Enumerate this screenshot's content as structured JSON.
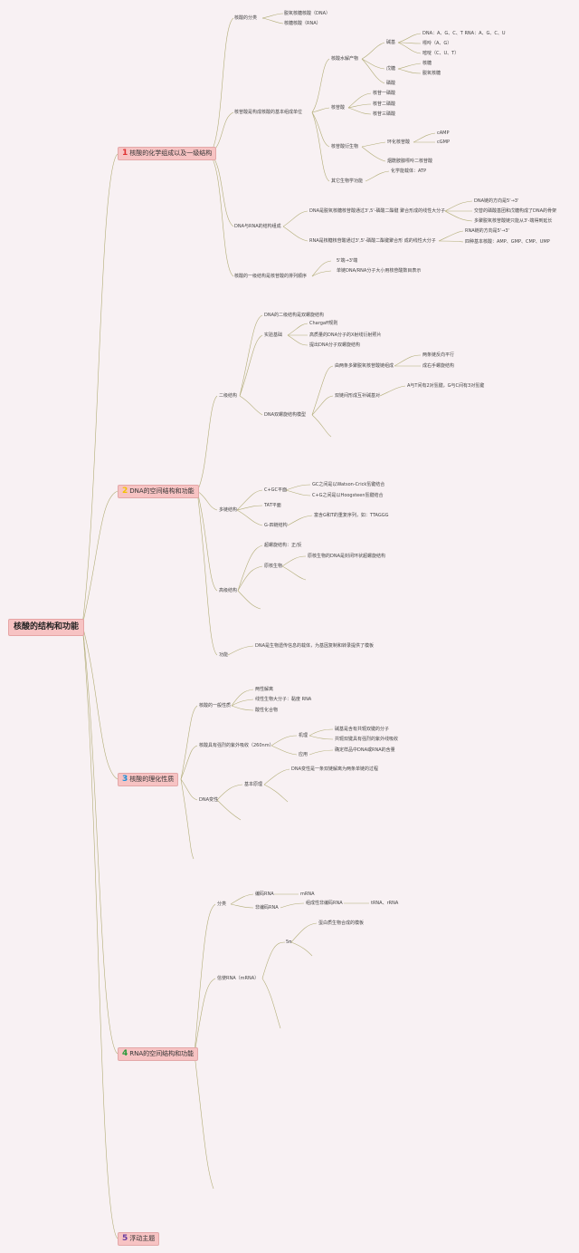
{
  "root": "核酸的结构和功能",
  "main": [
    {
      "num": "1",
      "label": "核酸的化学组成以及一级结构",
      "color": "#e03333"
    },
    {
      "num": "2",
      "label": "DNA的空间结构和功能",
      "color": "#f2c200"
    },
    {
      "num": "3",
      "label": "核酸的理化性质",
      "color": "#1a8fd8"
    },
    {
      "num": "4",
      "label": "RNA的空间结构和功能",
      "color": "#2a9a3a"
    },
    {
      "num": "5",
      "label": "浮动主题",
      "color": "#6a3fa0"
    }
  ],
  "nodes": {
    "s1_a": "核酸的分类",
    "s1_a1": "脱氧核糖核酸（DNA）",
    "s1_a2": "核糖核酸（RNA）",
    "s1_b": "核苷酸是构成核酸的基本组成单位",
    "s1_b1": "核酸水解产物",
    "s1_b1a": "碱基",
    "s1_b1a1": "DNA：A、G、C、T RNA：A、G、C、U",
    "s1_b1a2": "嘌呤（A、G）",
    "s1_b1a3": "嘧啶（C、U、T）",
    "s1_b1b": "戊糖",
    "s1_b1b1": "核糖",
    "s1_b1b2": "脱氧核糖",
    "s1_b1c": "磷酸",
    "s1_b2": "核苷酸",
    "s1_b2a": "核苷一磷酸",
    "s1_b2b": "核苷二磷酸",
    "s1_b2c": "核苷三磷酸",
    "s1_b3": "核苷酸衍生物",
    "s1_b3a": "环化核苷酸",
    "s1_b3a1": "cAMP",
    "s1_b3a2": "cGMP",
    "s1_b3b": "烟酰胺腺嘌呤二核苷酸",
    "s1_b4": "其它生物学功能",
    "s1_b4a": "化学能载体：ATP",
    "s1_c": "DNA与RNA的结构组成",
    "s1_c1": "DNA是脱氧核糖核苷酸通过3',5'-磷酸二酯键 聚合形成的线性大分子",
    "s1_c1a": "DNA链的方向是5'→3'",
    "s1_c1b": "交替的磷酸基团和戊糖构成了DNA的骨架",
    "s1_c1c": "多聚脱氧核苷酸链只能从3'-端得到延长",
    "s1_c2": "RNA是核糖核苷酸通过3',5'-磷酸二酯键聚合形 成的线性大分子",
    "s1_c2a": "RNA链的方向是5'→3'",
    "s1_c2b": "四种基本核酸：AMP、GMP、CMP、UMP",
    "s1_d": "核酸的一级结构是核苷酸的排列顺序",
    "s1_d1": "5'端→3'端",
    "s1_d2": "单链DNA/RNA分子大小用核苷酸数目表示",
    "s2_a": "二级结构",
    "s2_a1": "DNA的二级结构是双螺旋结构",
    "s2_a2": "实验基础",
    "s2_a2a": "Chargaff规则",
    "s2_a2b": "高质量的DNA分子的X射线衍射照片",
    "s2_a2c": "提出DNA分子双螺旋结构",
    "s2_a3": "DNA双螺旋结构模型",
    "s2_a3a": "由两条多聚脱氧核苷酸链组成",
    "s2_a3a1": "两条链反向平行",
    "s2_a3a2": "成右手螺旋结构",
    "s2_a3b": "双链间形成互补碱基对",
    "s2_a3b1": "A与T间有2对氢键，G与C间有3对氢键",
    "s2_b": "多链结构",
    "s2_b1": "C+GC平面",
    "s2_b1a": "GC之间是以Watson-Crick氢键结合",
    "s2_b1b": "C+G之间是以Hoogsteen氢键结合",
    "s2_b2": "TAT平面",
    "s2_b3": "G-四链结构",
    "s2_b3a": "富含G和T的重复序列，如：TTAGGG",
    "s2_c": "高级结构",
    "s2_c1": "超螺旋结构：正/反",
    "s2_c2": "原核生物",
    "s2_c2a": "原核生物的DNA是封闭环状超螺旋结构",
    "s2_d": "功能",
    "s2_d1": "DNA是生物遗传信息的载体，为基因复制和转录提供了模板",
    "s3_a": "核酸的一般性质",
    "s3_a1": "两性解离",
    "s3_a2": "线性生物大分子：黏度 RNA",
    "s3_a3": "酸性化合物",
    "s3_b": "核酸具有强烈的紫外吸收（260nm）",
    "s3_b1": "机理",
    "s3_b1a": "碱基是含有共轭双键的分子",
    "s3_b1b": "共轭双键具有强烈的紫外线吸收",
    "s3_b2": "应用",
    "s3_b2a": "确定样品中DNA或RNA的含量",
    "s3_c": "DNA变性",
    "s3_c1": "基本原理",
    "s3_c1a": "DNA变性是一条双链解离为两条单链的过程",
    "s4_a": "分类",
    "s4_a1": "编码RNA",
    "s4_a1a": "mRNA",
    "s4_a2": "非编码RNA",
    "s4_a2a": "组成性非编码RNA",
    "s4_a2a1": "tRNA、rRNA",
    "s4_b": "信使RNA（mRNA）",
    "s4_b1": "5π",
    "s4_b1a": "蛋白质生物合成的模板"
  }
}
